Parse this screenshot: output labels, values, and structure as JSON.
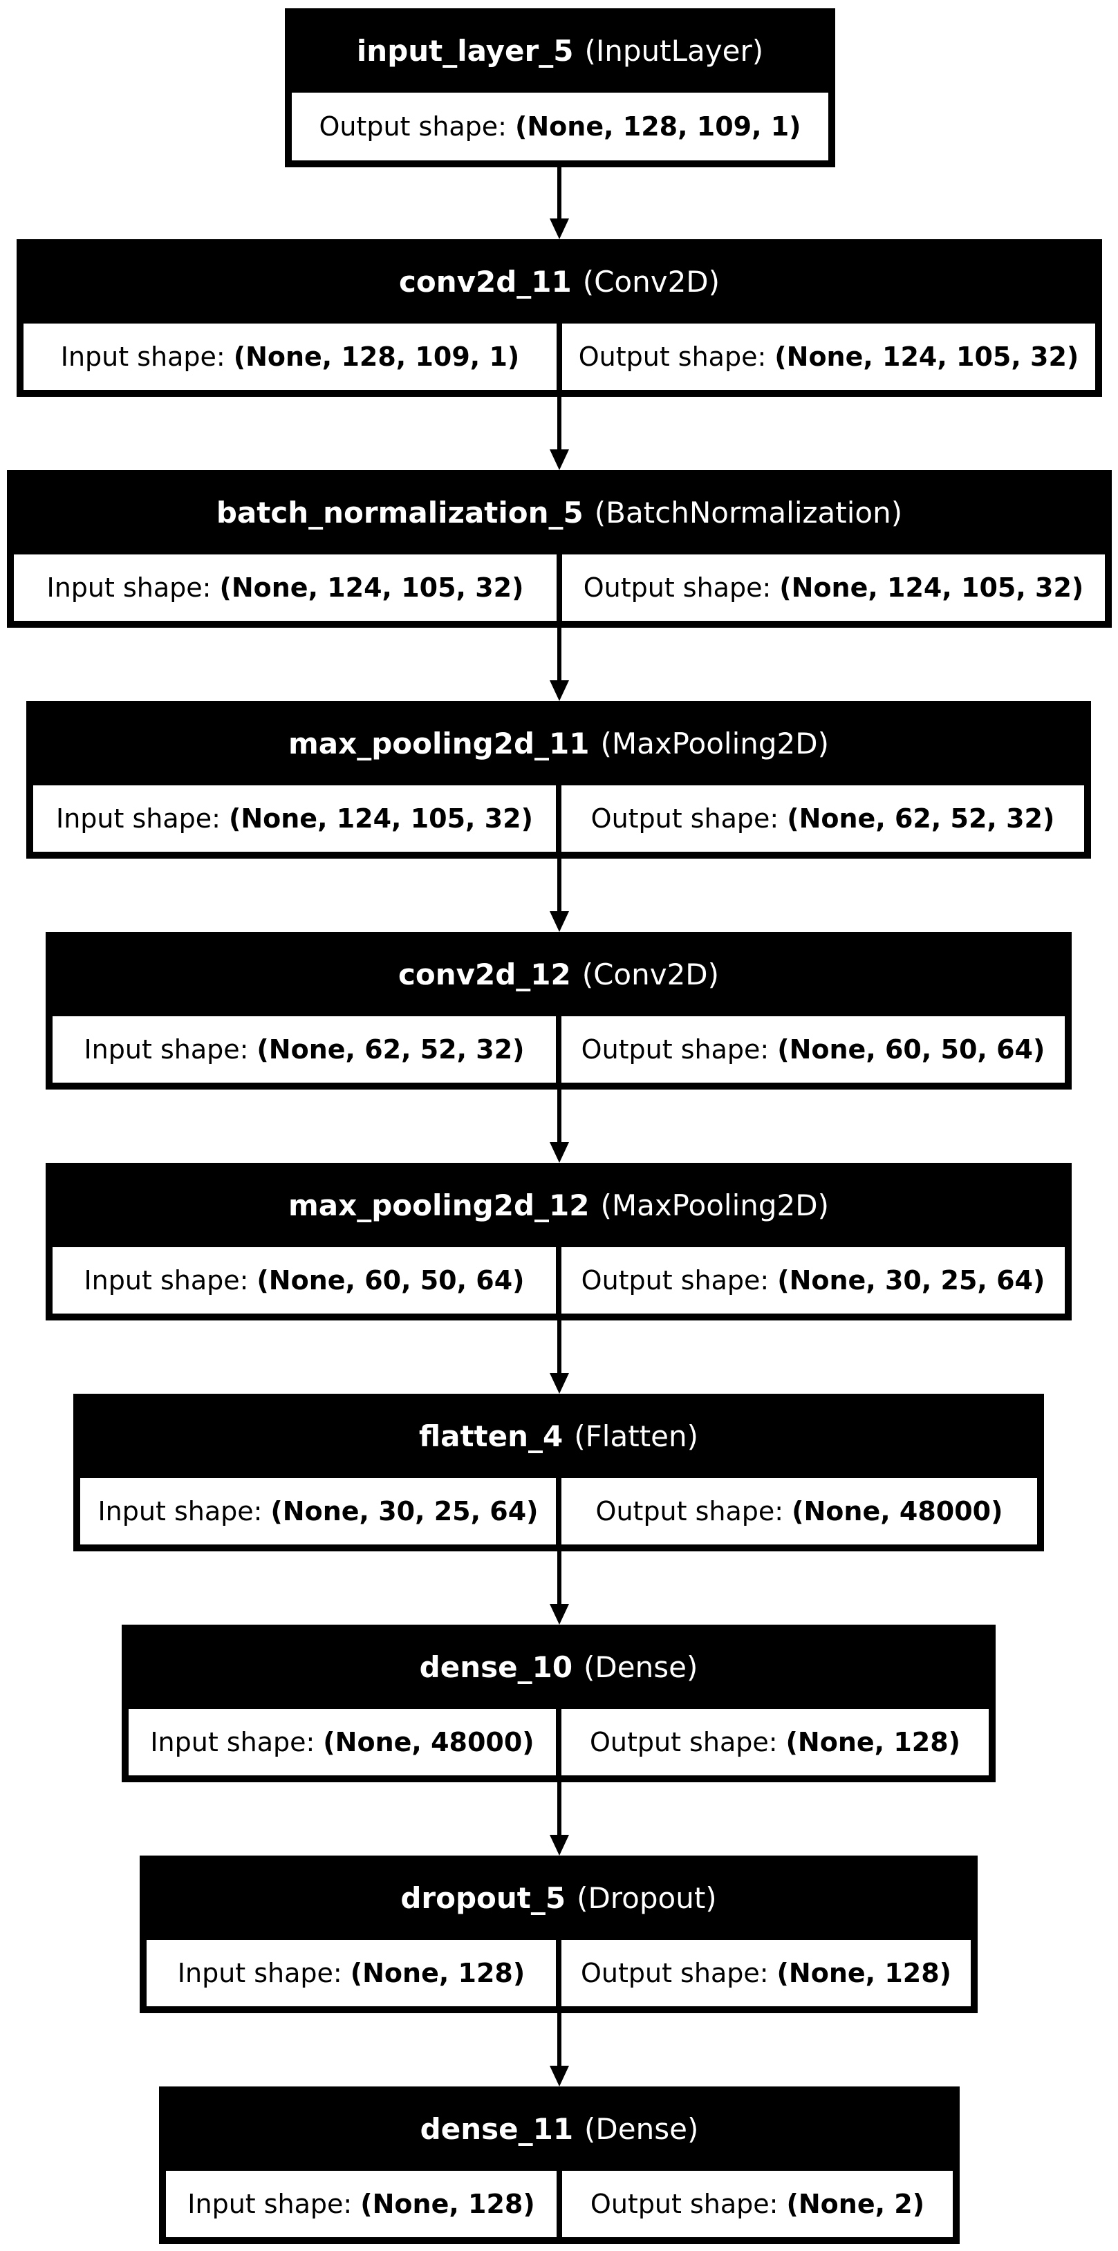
{
  "layers": [
    {
      "name": "input_layer_5",
      "type": "(InputLayer)",
      "cells": [
        {
          "label": "Output shape:",
          "value": "(None, 128, 109, 1)"
        }
      ]
    },
    {
      "name": "conv2d_11",
      "type": "(Conv2D)",
      "cells": [
        {
          "label": "Input shape:",
          "value": "(None, 128, 109, 1)"
        },
        {
          "label": "Output shape:",
          "value": "(None, 124, 105, 32)"
        }
      ]
    },
    {
      "name": "batch_normalization_5",
      "type": "(BatchNormalization)",
      "cells": [
        {
          "label": "Input shape:",
          "value": "(None, 124, 105, 32)"
        },
        {
          "label": "Output shape:",
          "value": "(None, 124, 105, 32)"
        }
      ]
    },
    {
      "name": "max_pooling2d_11",
      "type": "(MaxPooling2D)",
      "cells": [
        {
          "label": "Input shape:",
          "value": "(None, 124, 105, 32)"
        },
        {
          "label": "Output shape:",
          "value": "(None, 62, 52, 32)"
        }
      ]
    },
    {
      "name": "conv2d_12",
      "type": "(Conv2D)",
      "cells": [
        {
          "label": "Input shape:",
          "value": "(None, 62, 52, 32)"
        },
        {
          "label": "Output shape:",
          "value": "(None, 60, 50, 64)"
        }
      ]
    },
    {
      "name": "max_pooling2d_12",
      "type": "(MaxPooling2D)",
      "cells": [
        {
          "label": "Input shape:",
          "value": "(None, 60, 50, 64)"
        },
        {
          "label": "Output shape:",
          "value": "(None, 30, 25, 64)"
        }
      ]
    },
    {
      "name": "flatten_4",
      "type": "(Flatten)",
      "cells": [
        {
          "label": "Input shape:",
          "value": "(None, 30, 25, 64)"
        },
        {
          "label": "Output shape:",
          "value": "(None, 48000)"
        }
      ]
    },
    {
      "name": "dense_10",
      "type": "(Dense)",
      "cells": [
        {
          "label": "Input shape:",
          "value": "(None, 48000)"
        },
        {
          "label": "Output shape:",
          "value": "(None, 128)"
        }
      ]
    },
    {
      "name": "dropout_5",
      "type": "(Dropout)",
      "cells": [
        {
          "label": "Input shape:",
          "value": "(None, 128)"
        },
        {
          "label": "Output shape:",
          "value": "(None, 128)"
        }
      ]
    },
    {
      "name": "dense_11",
      "type": "(Dense)",
      "cells": [
        {
          "label": "Input shape:",
          "value": "(None, 128)"
        },
        {
          "label": "Output shape:",
          "value": "(None, 2)"
        }
      ]
    }
  ],
  "colors": {
    "node_fill": "#000000",
    "header_text": "#ffffff",
    "cell_fill": "#ffffff",
    "cell_text": "#000000",
    "edge": "#000000"
  }
}
